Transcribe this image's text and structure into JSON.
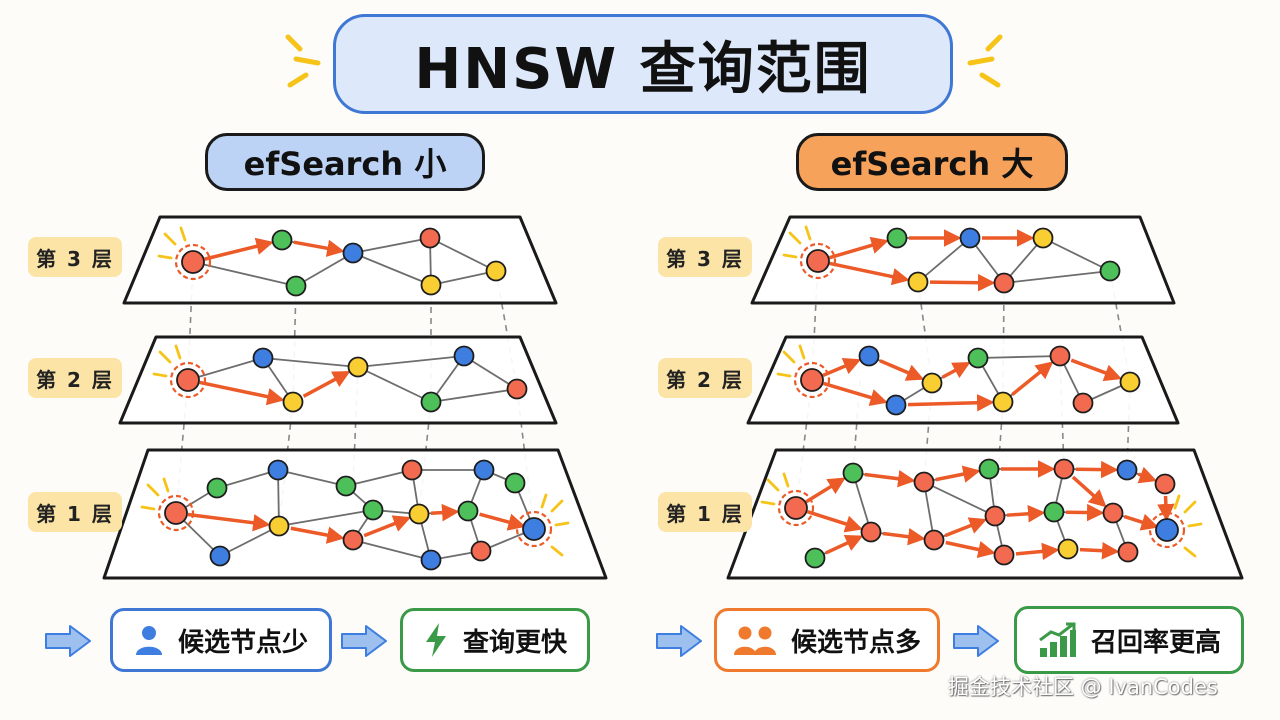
{
  "title": "HNSW 查询范围",
  "left": {
    "header": "efSearch 小",
    "layers": [
      "第 3 层",
      "第 2 层",
      "第 1 层"
    ],
    "candidate_text": "候选节点少",
    "result_text": "查询更快"
  },
  "right": {
    "header": "efSearch 大",
    "layers": [
      "第 3 层",
      "第 2 层",
      "第 1 层"
    ],
    "candidate_text": "候选节点多",
    "result_text": "召回率更高"
  },
  "watermark": "掘金技术社区 @ IvanCodes",
  "icons": {
    "single_user": "user-icon",
    "lightning": "lightning-icon",
    "group": "users-icon",
    "growth": "growth-chart-icon",
    "arrow": "arrow-right-icon",
    "sparkle": "sparkle-icon"
  },
  "colors": {
    "red": "#f26b50",
    "green": "#4ec05a",
    "blue": "#3e7ee0",
    "yellow": "#f9ce32",
    "path_arrow": "#ec5a28",
    "title_fill": "#dde9fb",
    "left_header_fill": "#bcd3f5",
    "right_header_fill": "#f7a25b",
    "layer_label_fill": "#fbe4a5"
  }
}
